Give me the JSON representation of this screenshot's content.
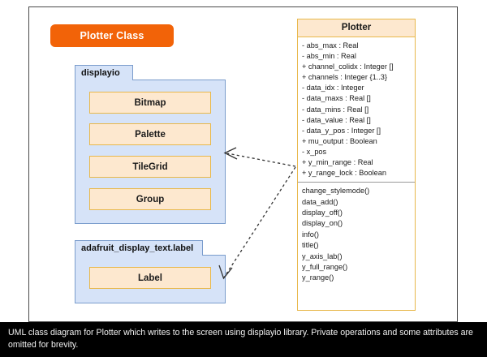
{
  "badge": {
    "label": "Plotter Class"
  },
  "packages": [
    {
      "name": "displayio",
      "classes": [
        {
          "name": "Bitmap"
        },
        {
          "name": "Palette"
        },
        {
          "name": "TileGrid"
        },
        {
          "name": "Group"
        }
      ]
    },
    {
      "name": "adafruit_display_text.label",
      "classes": [
        {
          "name": "Label"
        }
      ]
    }
  ],
  "plotter": {
    "title": "Plotter",
    "attributes": [
      "- abs_max : Real",
      "- abs_min : Real",
      "+ channel_colidx : Integer []",
      "+ channels : Integer {1..3}",
      "- data_idx : Integer",
      "- data_maxs : Real []",
      "- data_mins : Real []",
      "- data_value : Real []",
      "- data_y_pos : Integer []",
      "+ mu_output : Boolean",
      "- x_pos",
      "+ y_min_range : Real",
      "+ y_range_lock : Boolean"
    ],
    "operations": [
      "change_stylemode()",
      "data_add()",
      "display_off()",
      "display_on()",
      "info()",
      "title()",
      "y_axis_lab()",
      "y_full_range()",
      "y_range()"
    ]
  },
  "caption": {
    "text": "UML class diagram for Plotter which writes to the screen using displayio library. Private operations and some attributes are omitted for brevity."
  },
  "colors": {
    "badge_orange": "#f26308",
    "package_blue": "#d6e3f8",
    "package_border": "#7a9ccc",
    "class_peach": "#fde8cf",
    "class_border": "#e8b84b",
    "frame_border": "#4a4a4a",
    "caption_bg": "#000000"
  }
}
